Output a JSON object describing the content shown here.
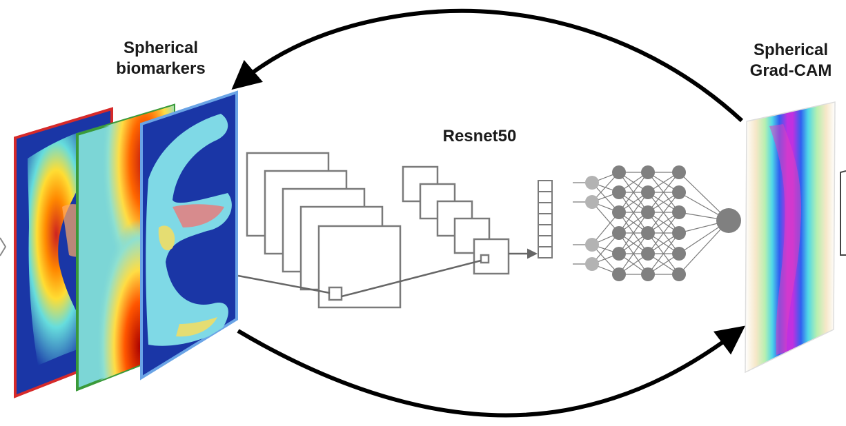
{
  "labels": {
    "biomarkers_line1": "Spherical",
    "biomarkers_line2": "biomarkers",
    "network": "Resnet50",
    "gradcam_line1": "Spherical",
    "gradcam_line2": "Grad-CAM"
  },
  "colors": {
    "frame_red": "#d62a2a",
    "frame_green": "#3a9a3a",
    "frame_blue": "#6aa4e6",
    "arrow": "#000000",
    "network_stroke": "#7a7a7a",
    "neuron_light": "#b3b3b3",
    "neuron_dark": "#808080"
  }
}
